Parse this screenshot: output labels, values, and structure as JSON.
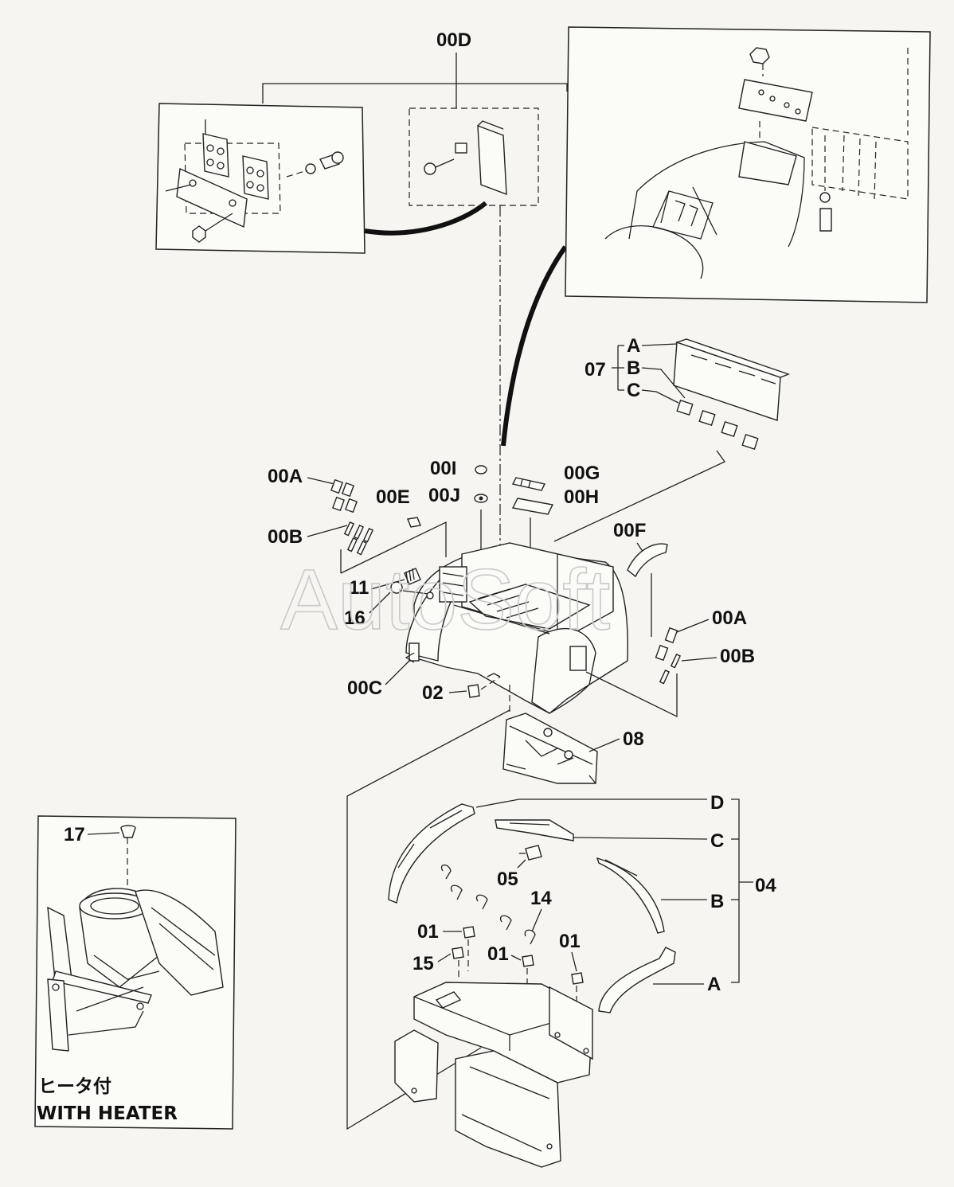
{
  "watermark": "AutoSoft",
  "callouts": {
    "00D": "00D",
    "07": "07",
    "07A": "A",
    "07B": "B",
    "07C": "C",
    "00A_left": "00A",
    "00B_left": "00B",
    "00E": "00E",
    "00I": "00I",
    "00J": "00J",
    "00G": "00G",
    "00H": "00H",
    "00F": "00F",
    "11": "11",
    "16": "16",
    "00A_right": "00A",
    "00B_right": "00B",
    "00C": "00C",
    "02": "02",
    "08": "08",
    "17": "17",
    "04D": "D",
    "04C": "C",
    "04B": "B",
    "04A": "A",
    "04": "04",
    "05": "05",
    "14": "14",
    "01_a": "01",
    "01_b": "01",
    "01_c": "01",
    "15": "15"
  },
  "heater_box": {
    "label_jp": "ヒータ付",
    "label_en": "WITH HEATER"
  }
}
